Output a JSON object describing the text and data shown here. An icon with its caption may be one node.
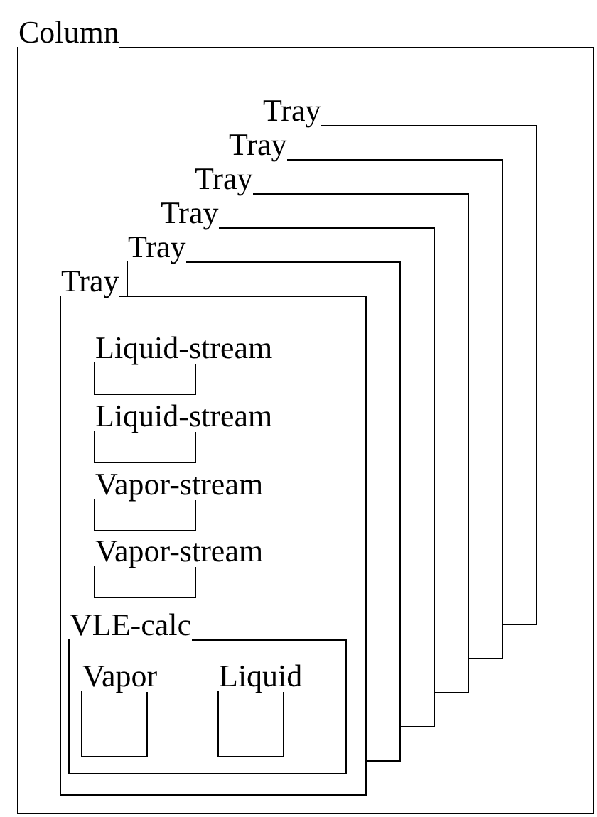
{
  "diagram": {
    "nodes": [
      {
        "text": [
          "Column"
        ]
      },
      {
        "text": [
          "Tray"
        ],
        "in": 0
      },
      {
        "text": [
          "Tray"
        ],
        "in": 0
      },
      {
        "text": [
          "Tray"
        ],
        "in": 0
      },
      {
        "text": [
          "Tray"
        ],
        "in": 0
      },
      {
        "text": [
          "Tray"
        ],
        "in": 0
      },
      {
        "text": [
          "Tray"
        ],
        "in": 0
      },
      {
        "text": [
          "Liquid-stream"
        ],
        "in": 6
      },
      {
        "text": [
          "Liquid-stream"
        ],
        "in": 6
      },
      {
        "text": [
          "Vapor-stream"
        ],
        "in": 6
      },
      {
        "text": [
          "Vapor-stream"
        ],
        "in": 6
      },
      {
        "text": [
          "VLE-calc"
        ],
        "in": 6
      },
      {
        "text": [
          "Vapor"
        ],
        "in": 11
      },
      {
        "text": [
          "Liquid"
        ],
        "in": 11
      }
    ]
  }
}
